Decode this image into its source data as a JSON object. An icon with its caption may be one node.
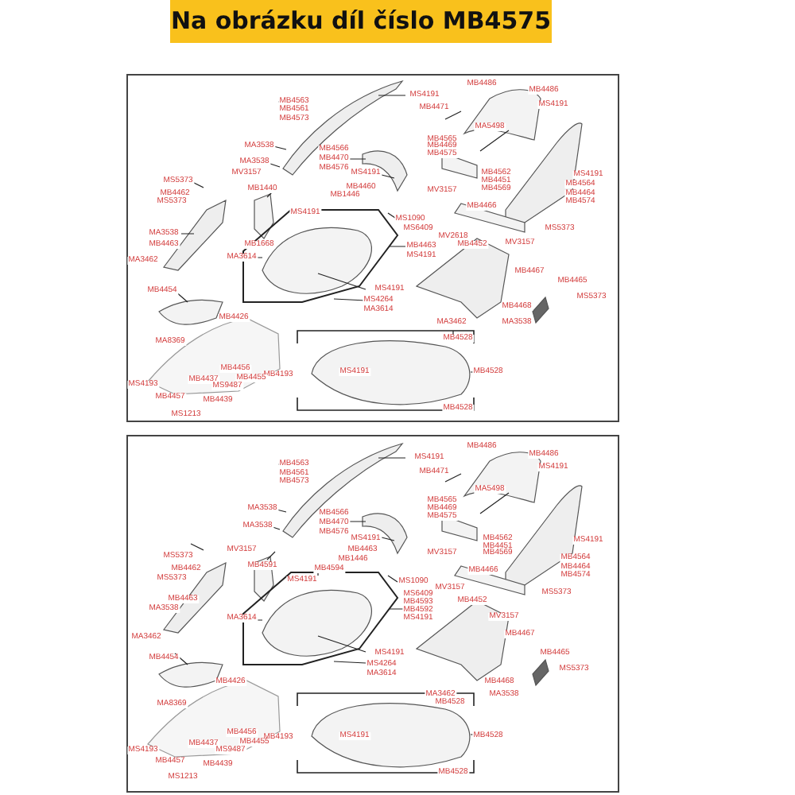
{
  "diagram": {
    "title": "Na obrázku díl číslo MB4575",
    "labels": [
      "MB4486",
      "MB4486",
      "MB4563",
      "MS4191",
      "MS4191",
      "MB4471",
      "MB4561",
      "MB4573",
      "MA5498",
      "MB4565",
      "MB4469",
      "MB4575",
      "MA3538",
      "MB4566",
      "MB4470",
      "MA3538",
      "MB4576",
      "MV3157",
      "MS4191",
      "MB4562",
      "MS4191",
      "MS5373",
      "MB4451",
      "MB4564",
      "MB4460",
      "MB1440",
      "MV3157",
      "MB4569",
      "MB4462",
      "MB4464",
      "MB1446",
      "MS5373",
      "MB4574",
      "MB4466",
      "MS4191",
      "MS1090",
      "MS6409",
      "MV2618",
      "MS5373",
      "MA3538",
      "MB4452",
      "MV3157",
      "MB4463",
      "MB1668",
      "MB4463",
      "MS4191",
      "MA3614",
      "MA3462",
      "MB4467",
      "MB4465",
      "MS4191",
      "MB4454",
      "MS5373",
      "MS4264",
      "MB4468",
      "MA3614",
      "MB4426",
      "MA3462",
      "MA3538",
      "MB4528",
      "MA8369",
      "MS4191",
      "MB4456",
      "MB4193",
      "MB4528",
      "MB4455",
      "MB4437",
      "MS4193",
      "MS9487",
      "MB4457",
      "MB4439",
      "MB4528",
      "MS1213",
      "MB4486",
      "MB4486",
      "MS4191",
      "MB4563",
      "MS4191",
      "MB4471",
      "MB4561",
      "MB4573",
      "MA5498",
      "MB4565",
      "MB4469",
      "MA3538",
      "MB4566",
      "MB4575",
      "MB4470",
      "MA3538",
      "MB4576",
      "MB4562",
      "MS4191",
      "MS4191",
      "MB4451",
      "MV3157",
      "MB4463",
      "MV3157",
      "MB4569",
      "MS5373",
      "MB4564",
      "MB1446",
      "MB4591",
      "MB4464",
      "MB4594",
      "MB4462",
      "MB4466",
      "MB4574",
      "MS5373",
      "MS4191",
      "MS1090",
      "MV3157",
      "MS5373",
      "MS6409",
      "MB4463",
      "MB4452",
      "MB4593",
      "MA3538",
      "MB4592",
      "MV3157",
      "MS4191",
      "MA3614",
      "MB4467",
      "MA3462",
      "MS4191",
      "MB4465",
      "MB4454",
      "MS4264",
      "MS5373",
      "MA3614",
      "MB4426",
      "MB4468",
      "MA3538",
      "MA3462",
      "MB4528",
      "MA8369",
      "MB4456",
      "MS4191",
      "MB4193",
      "MB4528",
      "MB4455",
      "MB4437",
      "MS9487",
      "MS4193",
      "MB4457",
      "MB4439",
      "MB4528",
      "MS1213"
    ]
  }
}
